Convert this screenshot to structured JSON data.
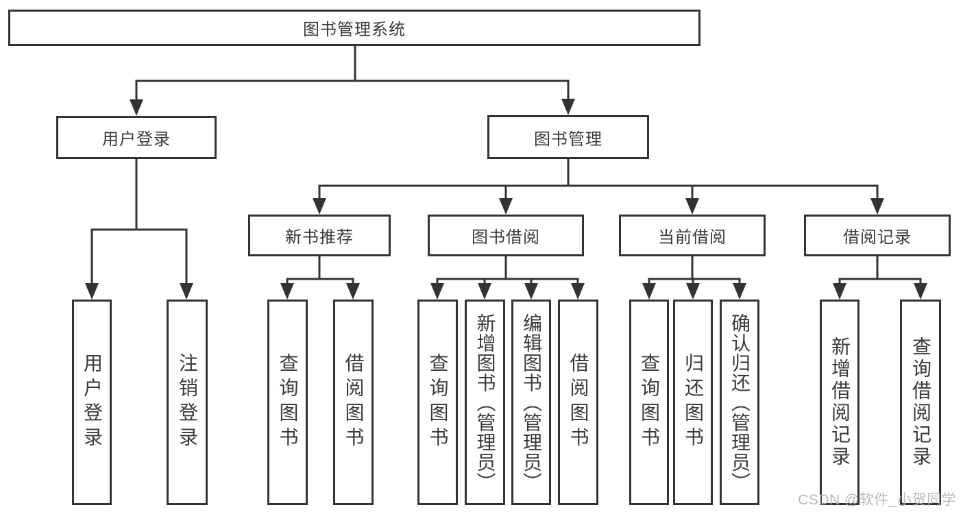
{
  "diagram_title": "图书管理系统",
  "colors": {
    "line": "#333333",
    "box_border": "#333333",
    "text": "#3a3a3a",
    "background": "#ffffff",
    "watermark": "#b2b2b2"
  },
  "tree": {
    "label": "图书管理系统",
    "children": [
      {
        "label": "用户登录",
        "children": [
          {
            "label": "用户登录"
          },
          {
            "label": "注销登录"
          }
        ]
      },
      {
        "label": "图书管理",
        "children": [
          {
            "label": "新书推荐",
            "children": [
              {
                "label": "查询图书"
              },
              {
                "label": "借阅图书"
              }
            ]
          },
          {
            "label": "图书借阅",
            "children": [
              {
                "label": "查询图书"
              },
              {
                "label": "新增图书（管理员）"
              },
              {
                "label": "编辑图书（管理员）"
              },
              {
                "label": "借阅图书"
              }
            ]
          },
          {
            "label": "当前借阅",
            "children": [
              {
                "label": "查询图书"
              },
              {
                "label": "归还图书"
              },
              {
                "label": "确认归还（管理员）"
              }
            ]
          },
          {
            "label": "借阅记录",
            "children": [
              {
                "label": "新增借阅记录"
              },
              {
                "label": "查询借阅记录"
              }
            ]
          }
        ]
      }
    ]
  },
  "watermark": {
    "text": "CSDN @软件_小贺同学"
  }
}
